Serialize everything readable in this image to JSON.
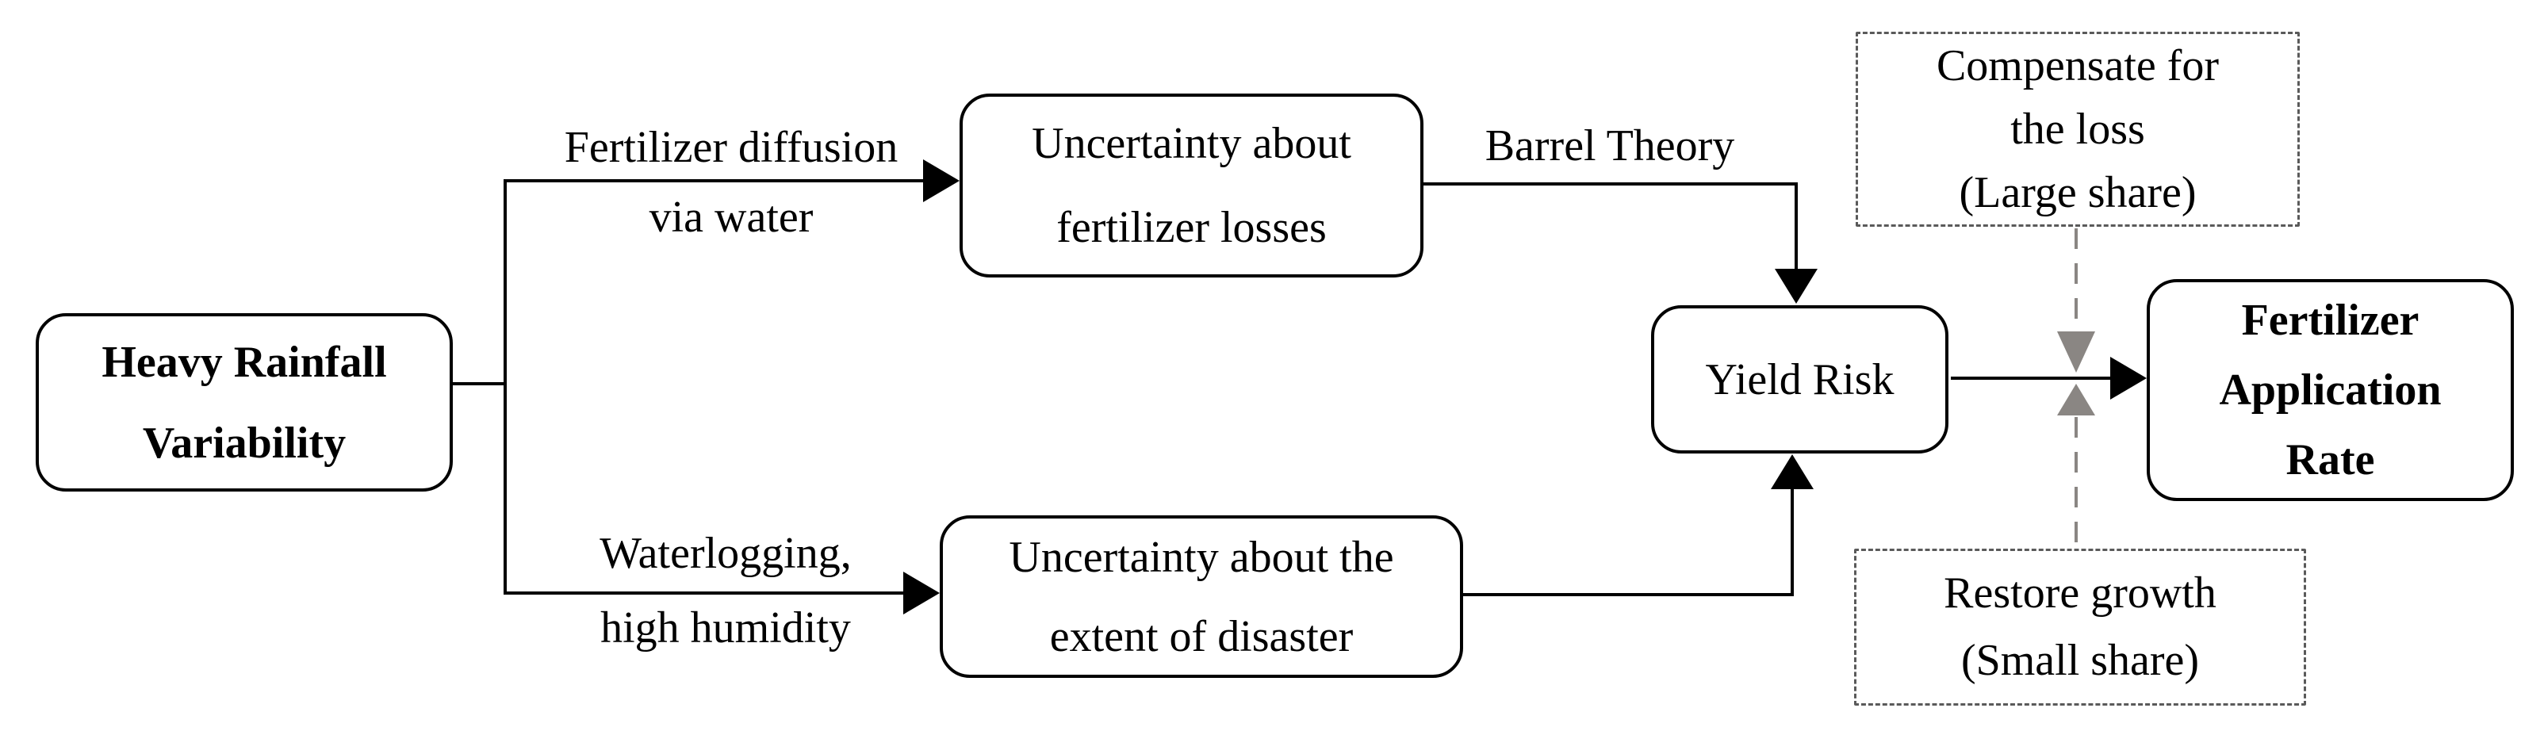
{
  "nodes": {
    "heavy_rainfall": {
      "lines": [
        "Heavy Rainfall",
        "Variability"
      ],
      "emphasis": "bold",
      "border": "solid"
    },
    "fertilizer_losses": {
      "lines": [
        "Uncertainty about",
        "fertilizer losses"
      ],
      "emphasis": "regular",
      "border": "solid"
    },
    "disaster_extent": {
      "lines": [
        "Uncertainty about the",
        "extent of disaster"
      ],
      "emphasis": "regular",
      "border": "solid"
    },
    "yield_risk": {
      "lines": [
        "Yield Risk"
      ],
      "emphasis": "regular",
      "border": "solid"
    },
    "fertilizer_application_rate": {
      "lines": [
        "Fertilizer",
        "Application",
        "Rate"
      ],
      "emphasis": "bold",
      "border": "solid"
    },
    "compensate_loss": {
      "lines": [
        "Compensate for",
        "the loss",
        "(Large share)"
      ],
      "emphasis": "regular",
      "border": "dashed"
    },
    "restore_growth": {
      "lines": [
        "Restore growth",
        "(Small share)"
      ],
      "emphasis": "regular",
      "border": "dashed"
    }
  },
  "edge_labels": {
    "fertilizer_diffusion": {
      "lines": [
        "Fertilizer diffusion",
        "via water"
      ]
    },
    "waterlogging": {
      "lines": [
        "Waterlogging,",
        "high humidity"
      ]
    },
    "barrel_theory": {
      "lines": [
        "Barrel Theory"
      ]
    }
  },
  "colors": {
    "background": "#ffffff",
    "text": "#000000",
    "solid_line": "#000000",
    "box_border": "#000000",
    "dashed_box_border": "#5a5a5a",
    "guide_line": "#8a8683",
    "guide_arrow": "#8a8683"
  }
}
